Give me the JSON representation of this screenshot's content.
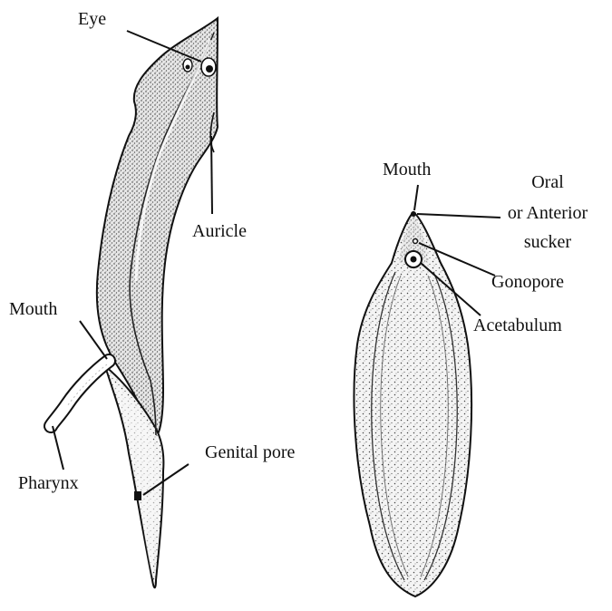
{
  "planaria": {
    "labels": {
      "eye": "Eye",
      "auricle": "Auricle",
      "mouth": "Mouth",
      "pharynx": "Pharynx",
      "genital_pore": "Genital pore"
    }
  },
  "fluke": {
    "labels": {
      "mouth": "Mouth",
      "oral_sucker_1": "Oral",
      "oral_sucker_2": "or Anterior",
      "oral_sucker_3": "sucker",
      "gonopore": "Gonopore",
      "acetabulum": "Acetabulum"
    }
  }
}
